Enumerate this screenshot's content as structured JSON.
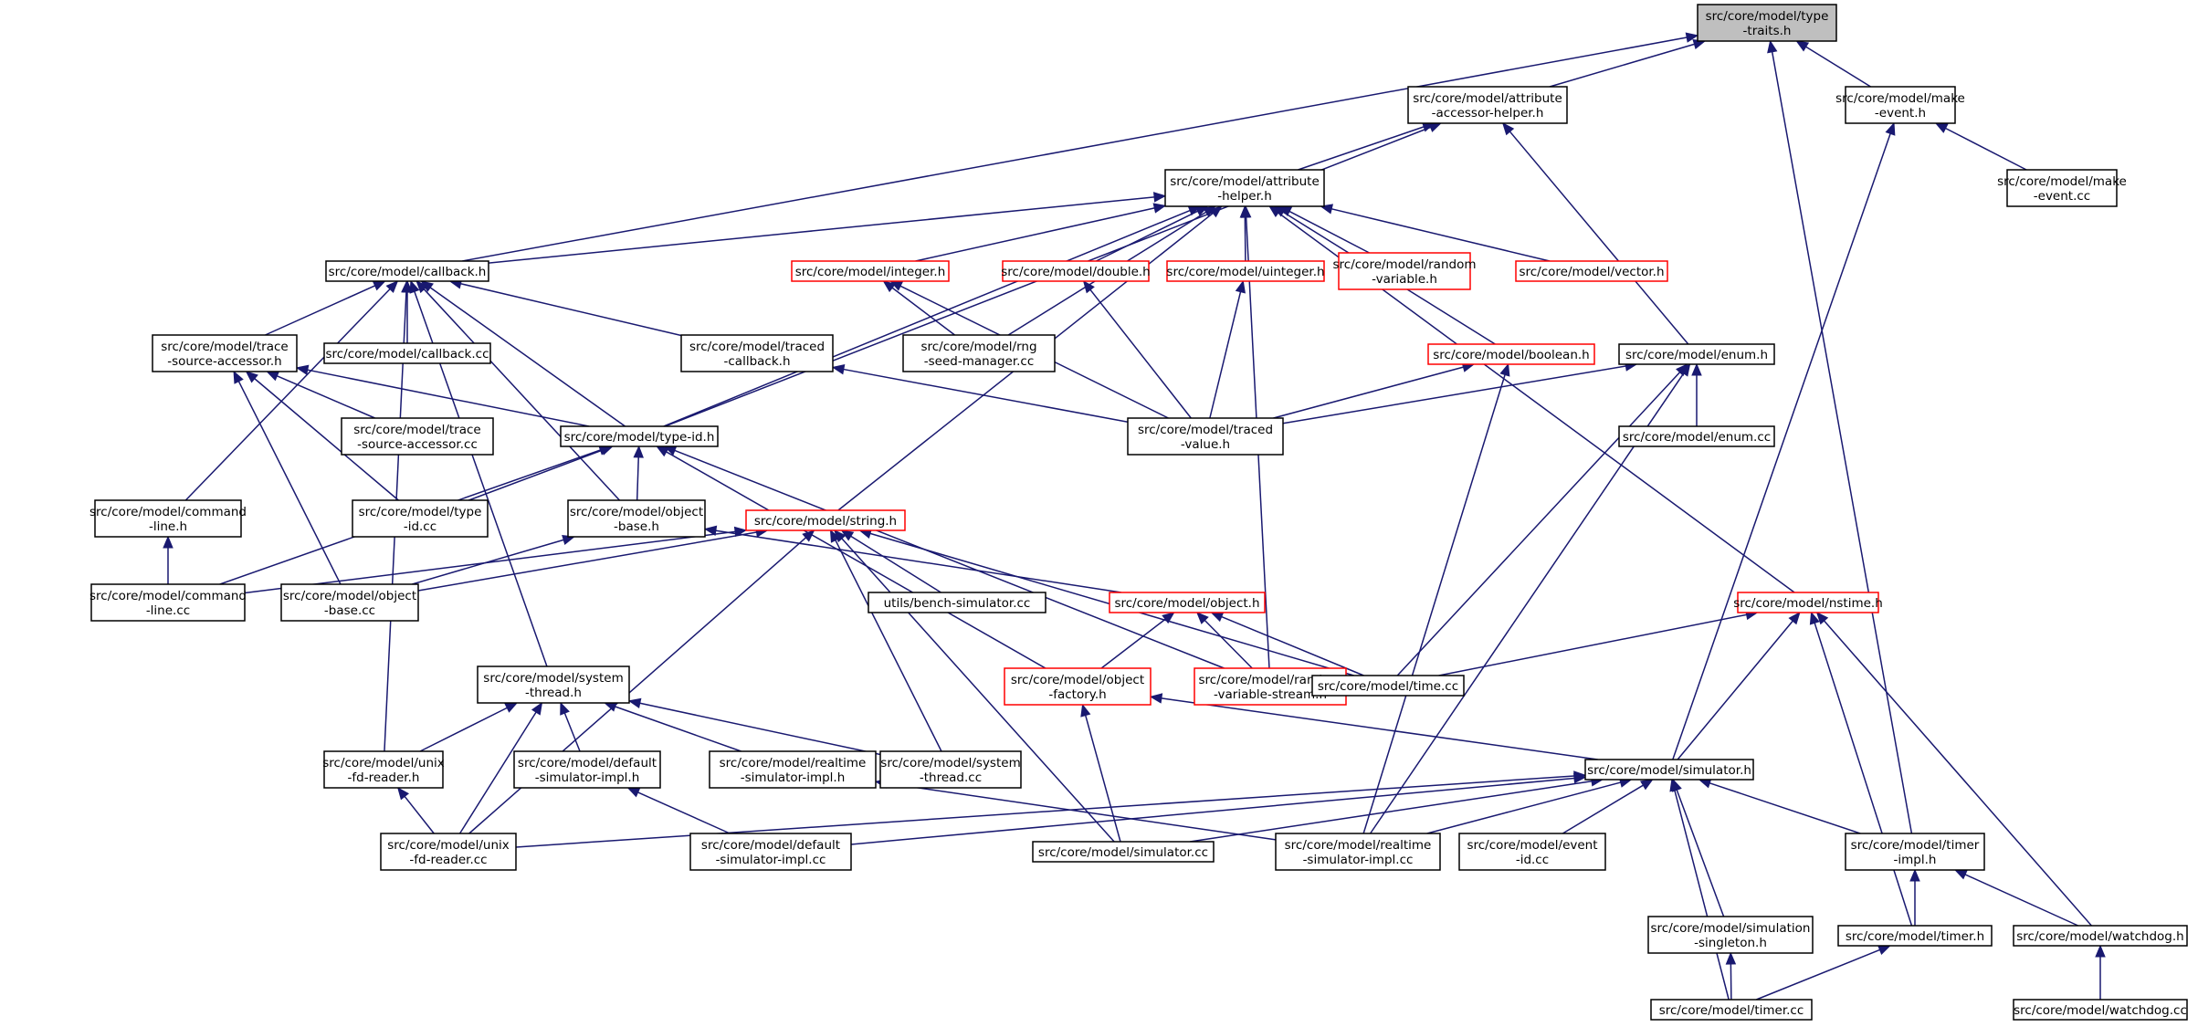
{
  "graph": {
    "colors": {
      "edge": "#191970",
      "border": "#000000",
      "incomplete_border": "#ff0000",
      "root_fill": "#bfbfbf"
    },
    "nodes": [
      {
        "id": "type_traits",
        "lines": [
          "src/core/model/type",
          "-traits.h"
        ],
        "style": "root"
      },
      {
        "id": "attr_acc_helper",
        "lines": [
          "src/core/model/attribute",
          "-accessor-helper.h"
        ],
        "style": "normal"
      },
      {
        "id": "make_event_h",
        "lines": [
          "src/core/model/make",
          "-event.h"
        ],
        "style": "normal"
      },
      {
        "id": "make_event_cc",
        "lines": [
          "src/core/model/make",
          "-event.cc"
        ],
        "style": "normal"
      },
      {
        "id": "attr_helper",
        "lines": [
          "src/core/model/attribute",
          "-helper.h"
        ],
        "style": "normal"
      },
      {
        "id": "callback_h",
        "lines": [
          "src/core/model/callback.h"
        ],
        "style": "normal"
      },
      {
        "id": "integer_h",
        "lines": [
          "src/core/model/integer.h"
        ],
        "style": "red"
      },
      {
        "id": "double_h",
        "lines": [
          "src/core/model/double.h"
        ],
        "style": "red"
      },
      {
        "id": "uinteger_h",
        "lines": [
          "src/core/model/uinteger.h"
        ],
        "style": "red"
      },
      {
        "id": "random_var_h",
        "lines": [
          "src/core/model/random",
          "-variable.h"
        ],
        "style": "red"
      },
      {
        "id": "vector_h",
        "lines": [
          "src/core/model/vector.h"
        ],
        "style": "red"
      },
      {
        "id": "trace_src_acc_h",
        "lines": [
          "src/core/model/trace",
          "-source-accessor.h"
        ],
        "style": "normal"
      },
      {
        "id": "callback_cc",
        "lines": [
          "src/core/model/callback.cc"
        ],
        "style": "normal"
      },
      {
        "id": "traced_callback_h",
        "lines": [
          "src/core/model/traced",
          "-callback.h"
        ],
        "style": "normal"
      },
      {
        "id": "rng_seed_cc",
        "lines": [
          "src/core/model/rng",
          "-seed-manager.cc"
        ],
        "style": "normal"
      },
      {
        "id": "boolean_h",
        "lines": [
          "src/core/model/boolean.h"
        ],
        "style": "red"
      },
      {
        "id": "enum_h",
        "lines": [
          "src/core/model/enum.h"
        ],
        "style": "normal"
      },
      {
        "id": "trace_src_acc_cc",
        "lines": [
          "src/core/model/trace",
          "-source-accessor.cc"
        ],
        "style": "normal"
      },
      {
        "id": "type_id_h",
        "lines": [
          "src/core/model/type-id.h"
        ],
        "style": "normal"
      },
      {
        "id": "traced_value_h",
        "lines": [
          "src/core/model/traced",
          "-value.h"
        ],
        "style": "normal"
      },
      {
        "id": "enum_cc",
        "lines": [
          "src/core/model/enum.cc"
        ],
        "style": "normal"
      },
      {
        "id": "command_line_h",
        "lines": [
          "src/core/model/command",
          "-line.h"
        ],
        "style": "normal"
      },
      {
        "id": "type_id_cc",
        "lines": [
          "src/core/model/type",
          "-id.cc"
        ],
        "style": "normal"
      },
      {
        "id": "object_base_h",
        "lines": [
          "src/core/model/object",
          "-base.h"
        ],
        "style": "normal"
      },
      {
        "id": "string_h",
        "lines": [
          "src/core/model/string.h"
        ],
        "style": "red"
      },
      {
        "id": "nstime_h",
        "lines": [
          "src/core/model/nstime.h"
        ],
        "style": "red"
      },
      {
        "id": "command_line_cc",
        "lines": [
          "src/core/model/command",
          "-line.cc"
        ],
        "style": "normal"
      },
      {
        "id": "object_base_cc",
        "lines": [
          "src/core/model/object",
          "-base.cc"
        ],
        "style": "normal"
      },
      {
        "id": "bench_sim_cc",
        "lines": [
          "utils/bench-simulator.cc"
        ],
        "style": "normal"
      },
      {
        "id": "object_h",
        "lines": [
          "src/core/model/object.h"
        ],
        "style": "red"
      },
      {
        "id": "system_thread_h",
        "lines": [
          "src/core/model/system",
          "-thread.h"
        ],
        "style": "normal"
      },
      {
        "id": "object_factory_h",
        "lines": [
          "src/core/model/object",
          "-factory.h"
        ],
        "style": "red"
      },
      {
        "id": "random_var_stream_h",
        "lines": [
          "src/core/model/random",
          "-variable-stream.h"
        ],
        "style": "red"
      },
      {
        "id": "time_cc",
        "lines": [
          "src/core/model/time.cc"
        ],
        "style": "normal"
      },
      {
        "id": "unix_fd_reader_h",
        "lines": [
          "src/core/model/unix",
          "-fd-reader.h"
        ],
        "style": "normal"
      },
      {
        "id": "default_sim_impl_h",
        "lines": [
          "src/core/model/default",
          "-simulator-impl.h"
        ],
        "style": "normal"
      },
      {
        "id": "realtime_sim_impl_h",
        "lines": [
          "src/core/model/realtime",
          "-simulator-impl.h"
        ],
        "style": "normal"
      },
      {
        "id": "system_thread_cc",
        "lines": [
          "src/core/model/system",
          "-thread.cc"
        ],
        "style": "normal"
      },
      {
        "id": "simulator_h",
        "lines": [
          "src/core/model/simulator.h"
        ],
        "style": "normal"
      },
      {
        "id": "unix_fd_reader_cc",
        "lines": [
          "src/core/model/unix",
          "-fd-reader.cc"
        ],
        "style": "normal"
      },
      {
        "id": "default_sim_impl_cc",
        "lines": [
          "src/core/model/default",
          "-simulator-impl.cc"
        ],
        "style": "normal"
      },
      {
        "id": "simulator_cc",
        "lines": [
          "src/core/model/simulator.cc"
        ],
        "style": "normal"
      },
      {
        "id": "realtime_sim_impl_cc",
        "lines": [
          "src/core/model/realtime",
          "-simulator-impl.cc"
        ],
        "style": "normal"
      },
      {
        "id": "event_id_cc",
        "lines": [
          "src/core/model/event",
          "-id.cc"
        ],
        "style": "normal"
      },
      {
        "id": "timer_impl_h",
        "lines": [
          "src/core/model/timer",
          "-impl.h"
        ],
        "style": "normal"
      },
      {
        "id": "simulation_singleton_h",
        "lines": [
          "src/core/model/simulation",
          "-singleton.h"
        ],
        "style": "normal"
      },
      {
        "id": "timer_h",
        "lines": [
          "src/core/model/timer.h"
        ],
        "style": "normal"
      },
      {
        "id": "watchdog_h",
        "lines": [
          "src/core/model/watchdog.h"
        ],
        "style": "normal"
      },
      {
        "id": "timer_cc",
        "lines": [
          "src/core/model/timer.cc"
        ],
        "style": "normal"
      },
      {
        "id": "watchdog_cc",
        "lines": [
          "src/core/model/watchdog.cc"
        ],
        "style": "normal"
      }
    ],
    "edges": [
      [
        "attr_acc_helper",
        "type_traits"
      ],
      [
        "make_event_h",
        "type_traits"
      ],
      [
        "callback_h",
        "type_traits"
      ],
      [
        "timer_impl_h",
        "type_traits"
      ],
      [
        "attr_helper",
        "attr_acc_helper"
      ],
      [
        "type_id_h",
        "attr_acc_helper"
      ],
      [
        "enum_h",
        "attr_acc_helper"
      ],
      [
        "make_event_cc",
        "make_event_h"
      ],
      [
        "simulator_h",
        "make_event_h"
      ],
      [
        "callback_h",
        "attr_helper"
      ],
      [
        "integer_h",
        "attr_helper"
      ],
      [
        "double_h",
        "attr_helper"
      ],
      [
        "uinteger_h",
        "attr_helper"
      ],
      [
        "random_var_h",
        "attr_helper"
      ],
      [
        "vector_h",
        "attr_helper"
      ],
      [
        "boolean_h",
        "attr_helper"
      ],
      [
        "nstime_h",
        "attr_helper"
      ],
      [
        "rng_seed_cc",
        "attr_helper"
      ],
      [
        "type_id_h",
        "attr_helper"
      ],
      [
        "string_h",
        "attr_helper"
      ],
      [
        "random_var_stream_h",
        "attr_helper"
      ],
      [
        "trace_src_acc_h",
        "callback_h"
      ],
      [
        "callback_cc",
        "callback_h"
      ],
      [
        "traced_callback_h",
        "callback_h"
      ],
      [
        "type_id_h",
        "callback_h"
      ],
      [
        "object_base_h",
        "callback_h"
      ],
      [
        "command_line_h",
        "callback_h"
      ],
      [
        "system_thread_h",
        "callback_h"
      ],
      [
        "unix_fd_reader_h",
        "callback_h"
      ],
      [
        "rng_seed_cc",
        "integer_h"
      ],
      [
        "traced_value_h",
        "integer_h"
      ],
      [
        "traced_value_h",
        "double_h"
      ],
      [
        "traced_value_h",
        "uinteger_h"
      ],
      [
        "type_id_h",
        "trace_src_acc_h"
      ],
      [
        "trace_src_acc_cc",
        "trace_src_acc_h"
      ],
      [
        "type_id_cc",
        "trace_src_acc_h"
      ],
      [
        "object_base_cc",
        "trace_src_acc_h"
      ],
      [
        "traced_value_h",
        "traced_callback_h"
      ],
      [
        "traced_value_h",
        "boolean_h"
      ],
      [
        "realtime_sim_impl_cc",
        "boolean_h"
      ],
      [
        "traced_value_h",
        "enum_h"
      ],
      [
        "enum_cc",
        "enum_h"
      ],
      [
        "time_cc",
        "enum_h"
      ],
      [
        "realtime_sim_impl_cc",
        "enum_h"
      ],
      [
        "type_id_cc",
        "type_id_h"
      ],
      [
        "object_base_h",
        "type_id_h"
      ],
      [
        "command_line_cc",
        "type_id_h"
      ],
      [
        "object_factory_h",
        "type_id_h"
      ],
      [
        "random_var_stream_h",
        "type_id_h"
      ],
      [
        "command_line_cc",
        "command_line_h"
      ],
      [
        "object_base_cc",
        "object_base_h"
      ],
      [
        "object_h",
        "object_base_h"
      ],
      [
        "command_line_cc",
        "string_h"
      ],
      [
        "object_base_cc",
        "string_h"
      ],
      [
        "bench_sim_cc",
        "string_h"
      ],
      [
        "time_cc",
        "string_h"
      ],
      [
        "system_thread_cc",
        "string_h"
      ],
      [
        "simulator_cc",
        "string_h"
      ],
      [
        "unix_fd_reader_cc",
        "string_h"
      ],
      [
        "time_cc",
        "nstime_h"
      ],
      [
        "simulator_h",
        "nstime_h"
      ],
      [
        "timer_h",
        "nstime_h"
      ],
      [
        "watchdog_h",
        "nstime_h"
      ],
      [
        "object_factory_h",
        "object_h"
      ],
      [
        "random_var_stream_h",
        "object_h"
      ],
      [
        "time_cc",
        "object_h"
      ],
      [
        "unix_fd_reader_h",
        "system_thread_h"
      ],
      [
        "default_sim_impl_h",
        "system_thread_h"
      ],
      [
        "realtime_sim_impl_h",
        "system_thread_h"
      ],
      [
        "system_thread_cc",
        "system_thread_h"
      ],
      [
        "unix_fd_reader_cc",
        "system_thread_h"
      ],
      [
        "simulator_h",
        "object_factory_h"
      ],
      [
        "simulator_cc",
        "object_factory_h"
      ],
      [
        "unix_fd_reader_cc",
        "unix_fd_reader_h"
      ],
      [
        "default_sim_impl_cc",
        "default_sim_impl_h"
      ],
      [
        "realtime_sim_impl_cc",
        "realtime_sim_impl_h"
      ],
      [
        "unix_fd_reader_cc",
        "simulator_h"
      ],
      [
        "default_sim_impl_cc",
        "simulator_h"
      ],
      [
        "simulator_cc",
        "simulator_h"
      ],
      [
        "realtime_sim_impl_cc",
        "simulator_h"
      ],
      [
        "event_id_cc",
        "simulator_h"
      ],
      [
        "timer_impl_h",
        "simulator_h"
      ],
      [
        "simulation_singleton_h",
        "simulator_h"
      ],
      [
        "timer_cc",
        "simulator_h"
      ],
      [
        "timer_h",
        "timer_impl_h"
      ],
      [
        "watchdog_h",
        "timer_impl_h"
      ],
      [
        "timer_cc",
        "simulation_singleton_h"
      ],
      [
        "timer_cc",
        "timer_h"
      ],
      [
        "watchdog_cc",
        "watchdog_h"
      ]
    ]
  }
}
